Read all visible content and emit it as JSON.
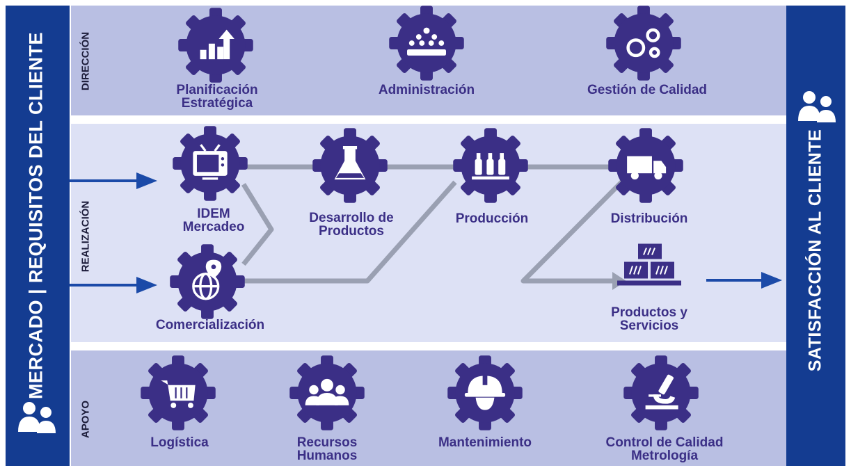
{
  "left_bar": {
    "text": "MERCADO | REQUISITOS DEL CLIENTE",
    "icon": "users-icon"
  },
  "right_bar": {
    "text": "SATISFACCIÓN AL CLIENTE",
    "icon": "users-icon"
  },
  "bands": {
    "direccion": {
      "label": "DIRECCIÓN"
    },
    "realizacion": {
      "label": "REALIZACIÓN"
    },
    "apoyo": {
      "label": "APOYO"
    }
  },
  "nodes": {
    "planificacion": {
      "label": "Planificación\nEstratégica",
      "icon": "growth-chart-icon"
    },
    "administracion": {
      "label": "Administración",
      "icon": "meeting-icon"
    },
    "gestion_calidad": {
      "label": "Gestión de Calidad",
      "icon": "gears-icon"
    },
    "idem_mercadeo": {
      "label": "IDEM\nMercadeo",
      "icon": "tv-icon"
    },
    "desarrollo": {
      "label": "Desarrollo de\nProductos",
      "icon": "flask-icon"
    },
    "produccion": {
      "label": "Producción",
      "icon": "bottles-icon"
    },
    "distribucion": {
      "label": "Distribución",
      "icon": "truck-icon"
    },
    "comercializacion": {
      "label": "Comercialización",
      "icon": "globe-pin-icon"
    },
    "productos_servicios": {
      "label": "Productos y\nServicios",
      "icon": "boxes-icon"
    },
    "logistica": {
      "label": "Logística",
      "icon": "cart-icon"
    },
    "recursos_humanos": {
      "label": "Recursos\nHumanos",
      "icon": "team-icon"
    },
    "mantenimiento": {
      "label": "Mantenimiento",
      "icon": "helmet-icon"
    },
    "control_calidad": {
      "label": "Control de Calidad\nMetrología",
      "icon": "microscope-icon"
    }
  },
  "colors": {
    "sidebar": "#143c91",
    "band_dark": "#b9bfe3",
    "band_light": "#dde1f5",
    "gear": "#3b2f86",
    "connector": "#9aa0b2",
    "arrow": "#1b4aa8"
  }
}
